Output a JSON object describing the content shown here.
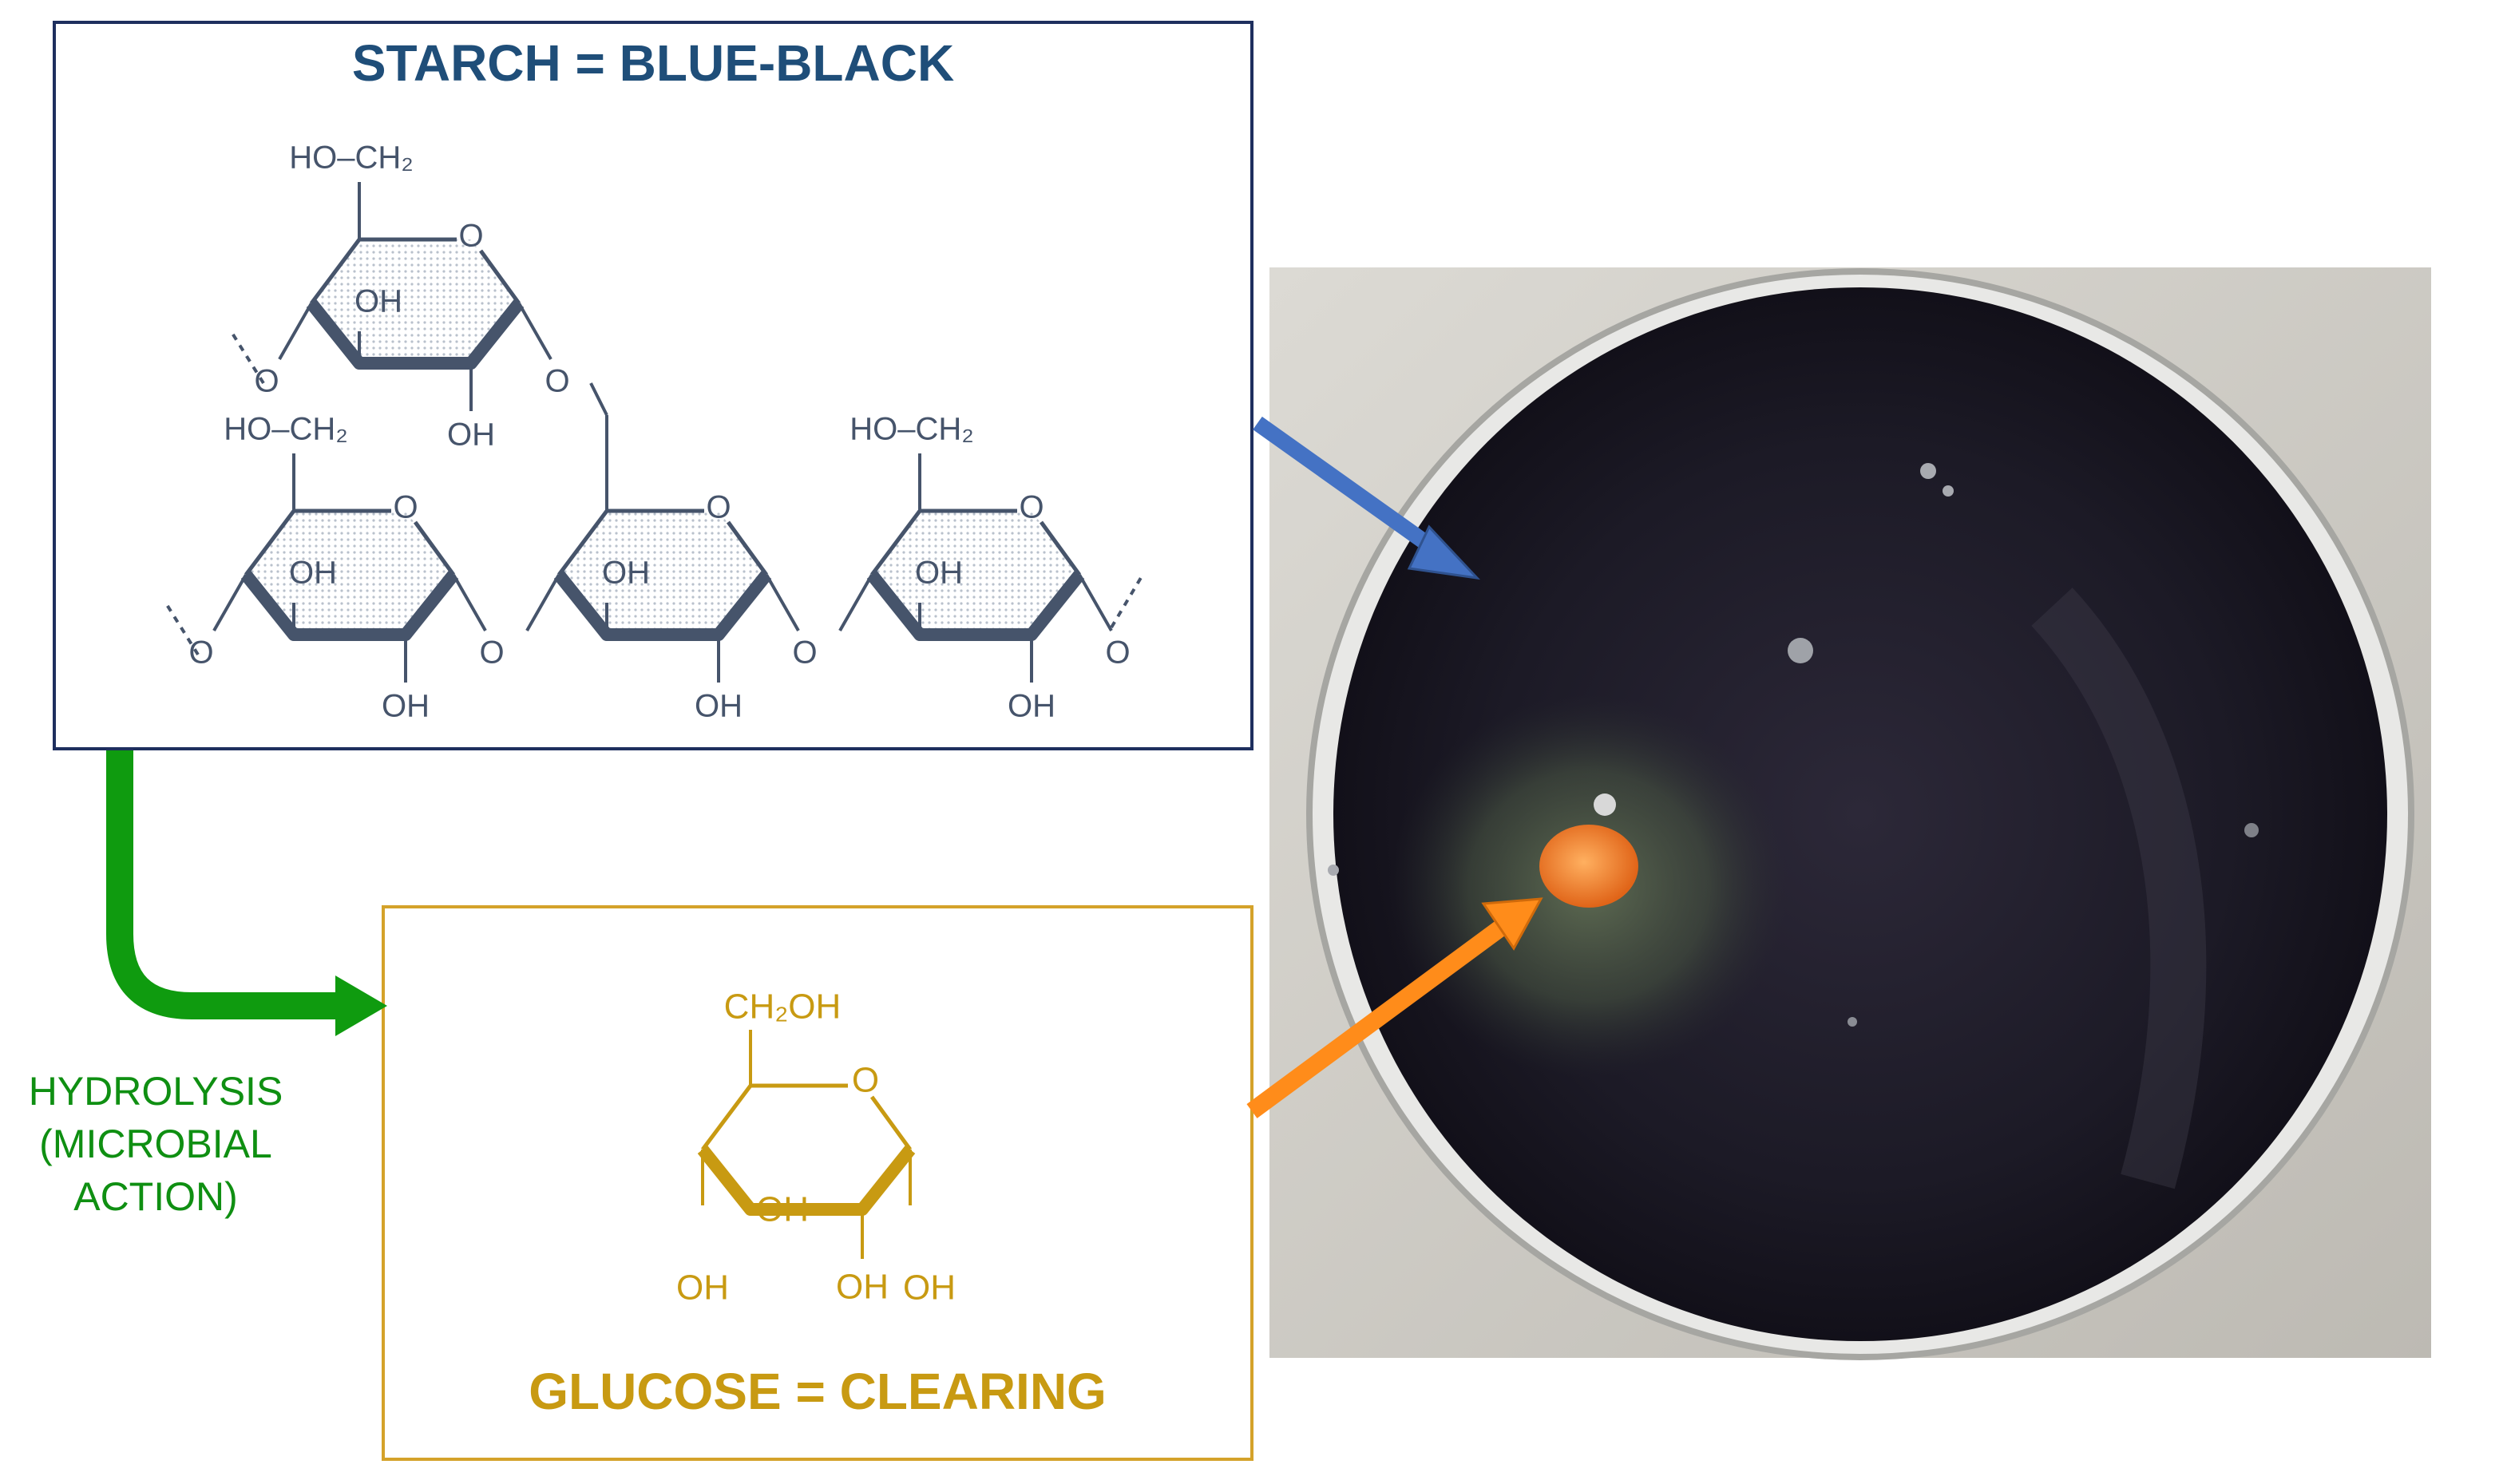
{
  "starch_box": {
    "title": "STARCH = BLUE-BLACK",
    "title_color": "#1f4e79",
    "border_color": "#1e2f5e",
    "molecule_color": "#46546b",
    "units": [
      {
        "ch2": "HO–CH₂",
        "oh_inner": "OH",
        "oh_lower": "OH",
        "ring_o": "O",
        "link_o": "O"
      },
      {
        "ch2": "HO–CH₂",
        "oh_inner": "OH",
        "oh_lower": "OH",
        "ring_o": "O",
        "link_o": "O"
      },
      {
        "ch2": "",
        "oh_inner": "OH",
        "oh_lower": "OH",
        "ring_o": "O",
        "link_o": "O"
      },
      {
        "ch2": "HO–CH₂",
        "oh_inner": "OH",
        "oh_lower": "OH",
        "ring_o": "O",
        "link_o": "O"
      }
    ],
    "end_o": "O"
  },
  "glucose_box": {
    "title": "GLUCOSE = CLEARING",
    "color": "#c89a12",
    "border_color": "#d4a22a",
    "ch2oh": "CH₂OH",
    "ring_o": "O",
    "oh_inner": "OH",
    "oh_left": "OH",
    "oh_right": "OH",
    "oh_bottom": "OH"
  },
  "process": {
    "label_lines": [
      "HYDROLYSIS",
      "(MICROBIAL",
      "ACTION)"
    ],
    "color": "#0f8f12"
  },
  "arrows": {
    "blue_color": "#4472c4",
    "orange_color": "#ff8c1a"
  },
  "photo": {
    "subject": "petri-dish-agar-plate"
  }
}
